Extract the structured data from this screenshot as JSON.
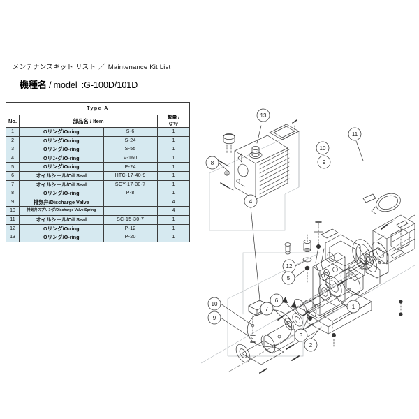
{
  "document": {
    "title_ja": "メンテナンスキット リスト",
    "title_separator": "／",
    "title_en": "Maintenance Kit  List",
    "model_label_ja": "機種名",
    "model_slash": "/",
    "model_label_en": "model",
    "model_value": ":G-100D/101D"
  },
  "table": {
    "type_label": "Type  A",
    "headers": {
      "no": "No.",
      "item": "部品名 / Item",
      "part": "",
      "qty_line1": "数量 /",
      "qty_line2": "Q'ty"
    },
    "rows": [
      {
        "no": "1",
        "item": "Oリング/O-ring",
        "part": "S-6",
        "qty": "1",
        "small": false
      },
      {
        "no": "2",
        "item": "Oリング/O-ring",
        "part": "S-24",
        "qty": "1",
        "small": false
      },
      {
        "no": "3",
        "item": "Oリング/O-ring",
        "part": "S-55",
        "qty": "1",
        "small": false
      },
      {
        "no": "4",
        "item": "Oリング/O-ring",
        "part": "V-160",
        "qty": "1",
        "small": false
      },
      {
        "no": "5",
        "item": "Oリング/O-ring",
        "part": "P-24",
        "qty": "1",
        "small": false
      },
      {
        "no": "6",
        "item": "オイルシール/Oil Seal",
        "part": "HTC-17-40-9",
        "qty": "1",
        "small": false
      },
      {
        "no": "7",
        "item": "オイルシール/Oil Seal",
        "part": "SCY-17-30-7",
        "qty": "1",
        "small": false
      },
      {
        "no": "8",
        "item": "Oリング/O-ring",
        "part": "P-8",
        "qty": "1",
        "small": false
      },
      {
        "no": "9",
        "item": "排気弁/Discharge Valve",
        "part": "",
        "qty": "4",
        "small": false
      },
      {
        "no": "10",
        "item": "排気弁スプリング/Discharge Valve Spring",
        "part": "",
        "qty": "4",
        "small": true
      },
      {
        "no": "11",
        "item": "オイルシール/Oil Seal",
        "part": "SC-15-30-7",
        "qty": "1",
        "small": false
      },
      {
        "no": "12",
        "item": "Oリング/O-ring",
        "part": "P-12",
        "qty": "1",
        "small": false
      },
      {
        "no": "13",
        "item": "Oリング/O-ring",
        "part": "P-20",
        "qty": "1",
        "small": false
      }
    ]
  },
  "diagram": {
    "upper_callouts": [
      "13",
      "11",
      "10",
      "9",
      "8",
      "4"
    ],
    "lower_callouts": [
      "12",
      "5",
      "6",
      "7",
      "10",
      "9",
      "3",
      "2",
      "1"
    ]
  },
  "colors": {
    "row_fill": "#d6e9f0",
    "border": "#3c3c3c",
    "line": "#333333",
    "text": "#111111"
  }
}
